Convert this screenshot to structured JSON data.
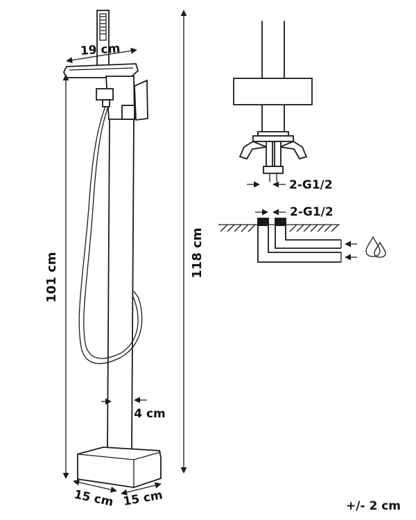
{
  "dimensions": {
    "width_top": "19 cm",
    "height_spout": "101 cm",
    "height_total": "118 cm",
    "pipe_width": "4 cm",
    "base_depth": "15 cm",
    "base_width": "15 cm",
    "connector_valve": "2-G1/2",
    "connector_floor": "2-G1/2",
    "tolerance": "+/- 2 cm"
  },
  "icons": {
    "water": "water-drops-icon"
  },
  "colors": {
    "line": "#1a1a1a",
    "background": "#ffffff"
  }
}
